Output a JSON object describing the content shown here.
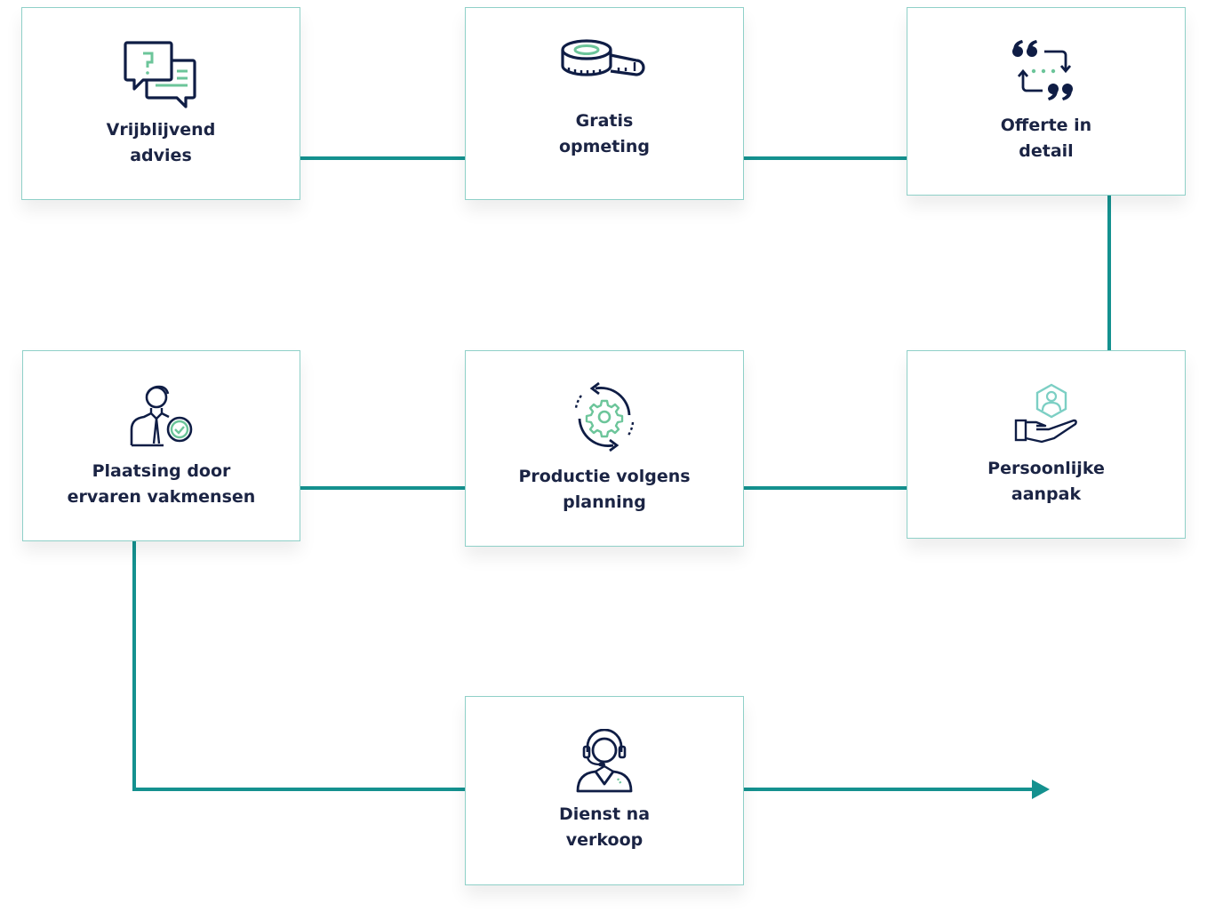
{
  "diagram": {
    "type": "process-flow",
    "colors": {
      "connector": "#14918f",
      "box_border": "#8fd0c8",
      "text": "#1b2444",
      "icon_dark": "#0f1d45",
      "icon_accent": "#6cc59a",
      "icon_teal": "#7ccfc4"
    },
    "steps": [
      {
        "id": 1,
        "icon": "chat-question-icon",
        "lines": [
          "Vrijblijvend",
          "advies"
        ]
      },
      {
        "id": 2,
        "icon": "measuring-tape-icon",
        "lines": [
          "Gratis",
          "opmeting"
        ]
      },
      {
        "id": 3,
        "icon": "quote-exchange-icon",
        "lines": [
          "Offerte in",
          "detail"
        ]
      },
      {
        "id": 4,
        "icon": "hand-person-icon",
        "lines": [
          "Persoonlijke",
          "aanpak"
        ]
      },
      {
        "id": 5,
        "icon": "gear-cycle-icon",
        "lines": [
          "Productie volgens",
          "planning"
        ]
      },
      {
        "id": 6,
        "icon": "verified-worker-icon",
        "lines": [
          "Plaatsing door",
          "ervaren vakmensen"
        ]
      },
      {
        "id": 7,
        "icon": "headset-support-icon",
        "lines": [
          "Dienst na",
          "verkoop"
        ]
      }
    ],
    "flow": [
      [
        1,
        2
      ],
      [
        2,
        3
      ],
      [
        3,
        4
      ],
      [
        4,
        5
      ],
      [
        5,
        6
      ],
      [
        6,
        7
      ],
      [
        7,
        "end-arrow"
      ]
    ]
  }
}
